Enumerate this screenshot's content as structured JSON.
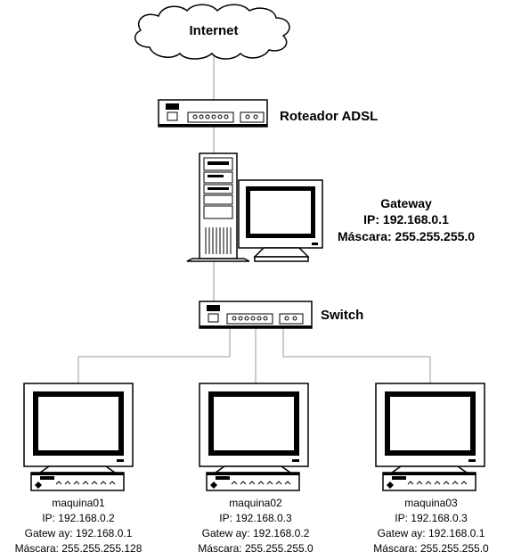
{
  "internet": {
    "label": "Internet"
  },
  "router": {
    "label": "Roteador ADSL"
  },
  "gateway": {
    "title": "Gateway",
    "ip_line": "IP: 192.168.0.1",
    "mask_line": "Máscara: 255.255.255.0"
  },
  "switch": {
    "label": "Switch"
  },
  "hosts": [
    {
      "name": "maquina01",
      "ip": "IP: 192.168.0.2",
      "gateway": "Gatew ay: 192.168.0.1",
      "mask": "Máscara: 255.255.255.128"
    },
    {
      "name": "maquina02",
      "ip": "IP: 192.168.0.3",
      "gateway": "Gatew ay: 192.168.0.2",
      "mask": "Máscara: 255.255.255.0"
    },
    {
      "name": "maquina03",
      "ip": "IP: 192.168.0.3",
      "gateway": "Gatew ay: 192.168.0.1",
      "mask": "Máscara: 255.255.255.0"
    }
  ]
}
